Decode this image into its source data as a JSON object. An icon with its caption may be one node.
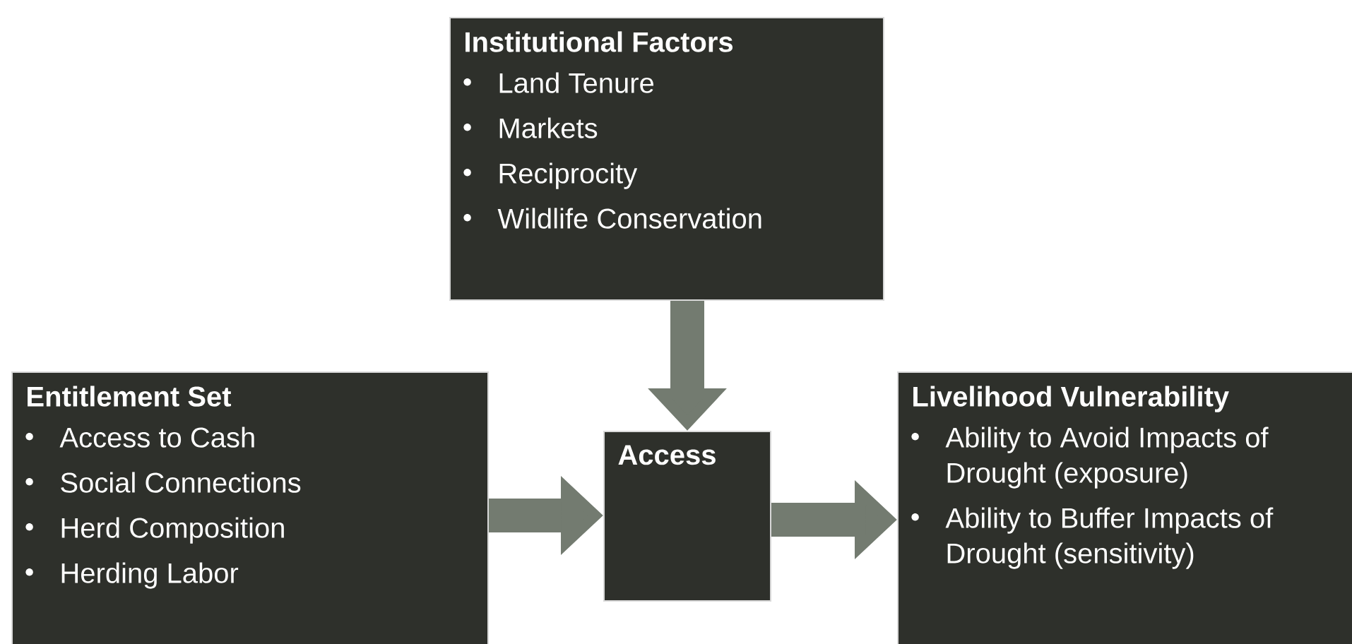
{
  "diagram": {
    "nodes": [
      {
        "text": [
          "Institutional Factors",
          "Land Tenure",
          "Markets",
          "Reciprocity",
          "Wildlife Conservation"
        ]
      },
      {
        "text": [
          "Entitlement Set",
          "Access to Cash",
          "Social Connections",
          "Herd Composition",
          "Herding Labor"
        ]
      },
      {
        "text": [
          "Access"
        ]
      },
      {
        "text": [
          "Livelihood Vulnerability",
          "Ability to Avoid Impacts of Drought (exposure)",
          "Ability to Buffer Impacts of Drought (sensitivity)"
        ]
      }
    ],
    "edges": [
      {
        "from": 0,
        "to": 2,
        "arrow": "to"
      },
      {
        "from": 1,
        "to": 2,
        "arrow": "to"
      },
      {
        "from": 2,
        "to": 3,
        "arrow": "to"
      }
    ]
  }
}
